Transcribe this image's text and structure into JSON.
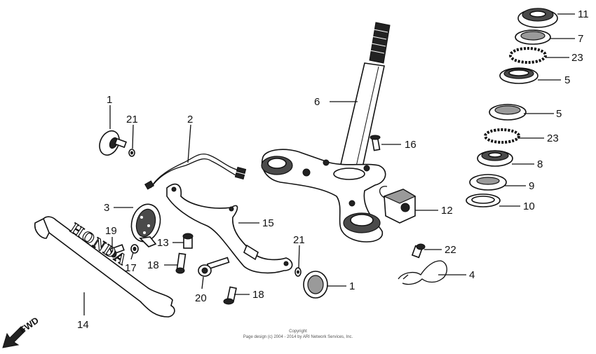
{
  "callouts": {
    "c11": "11",
    "c7": "7",
    "c23a": "23",
    "c5a": "5",
    "c6": "6",
    "c5b": "5",
    "c23b": "23",
    "c16": "16",
    "c8": "8",
    "c9": "9",
    "c10": "10",
    "c12": "12",
    "c1a": "1",
    "c21a": "21",
    "c2": "2",
    "c3": "3",
    "c15": "15",
    "c19": "19",
    "c13": "13",
    "c17": "17",
    "c18a": "18",
    "c21b": "21",
    "c22": "22",
    "c4": "4",
    "c1b": "1",
    "c20": "20",
    "c18b": "18",
    "c14": "14"
  },
  "brand_text": "HONDA",
  "direction_label": "FWD",
  "copyright": {
    "line1": "Copyright",
    "line2": "Page design (c) 2004 - 2014 by ARI Network Services, Inc."
  }
}
